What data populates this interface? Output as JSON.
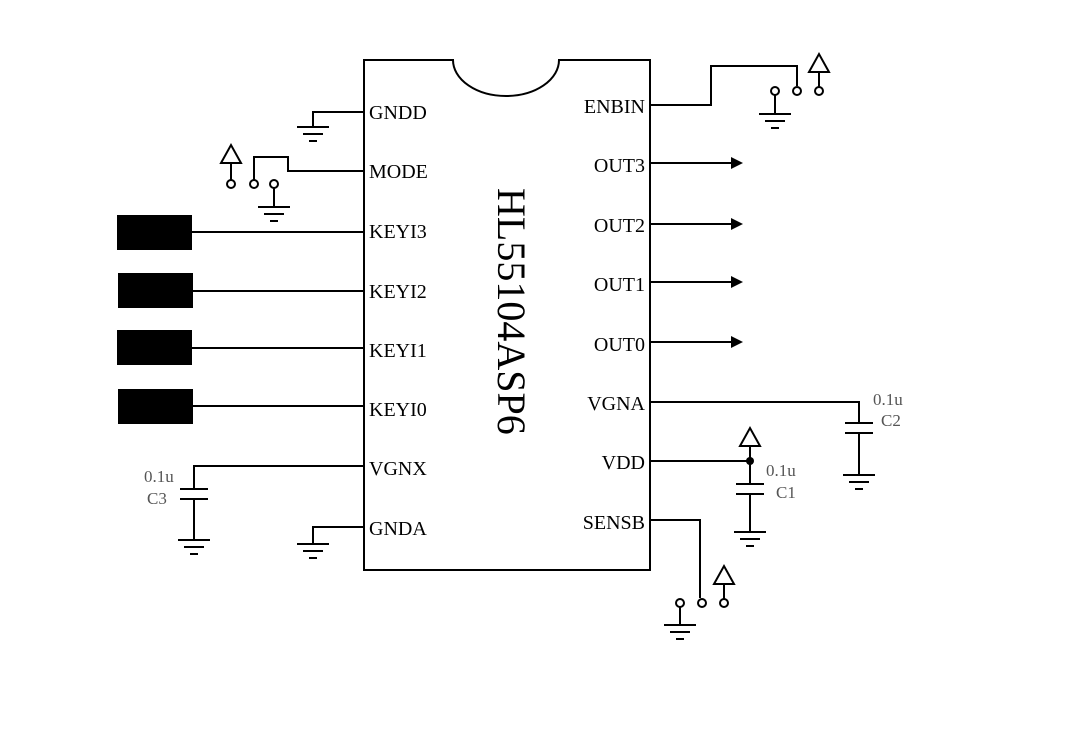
{
  "chip": {
    "part_number": "HL55104ASP6",
    "left_pins": [
      "GNDD",
      "MODE",
      "KEYI3",
      "KEYI2",
      "KEYI1",
      "KEYI0",
      "VGNX",
      "GNDA"
    ],
    "right_pins": [
      "ENBIN",
      "OUT3",
      "OUT2",
      "OUT1",
      "OUT0",
      "VGNA",
      "VDD",
      "SENSB"
    ]
  },
  "capacitors": [
    {
      "ref": "C3",
      "value": "0.1u"
    },
    {
      "ref": "C2",
      "value": "0.1u"
    },
    {
      "ref": "C1",
      "value": "0.1u"
    }
  ]
}
